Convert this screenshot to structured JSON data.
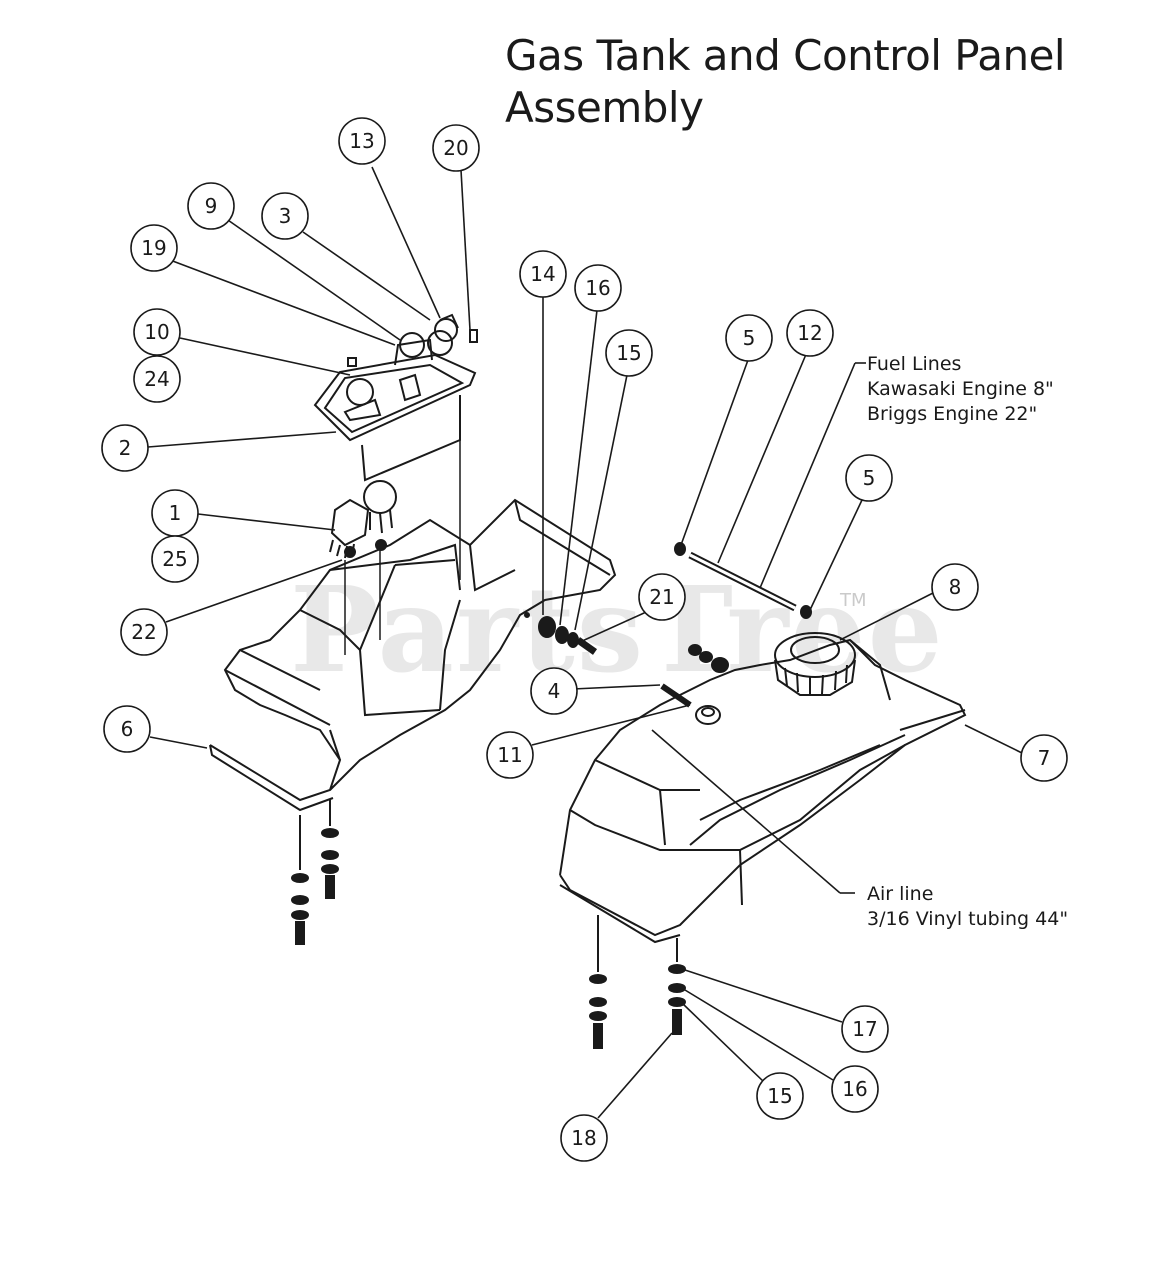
{
  "title": {
    "line1": "Gas Tank and Control Panel",
    "line2": "Assembly"
  },
  "notes": {
    "fuel_lines": [
      "Fuel Lines",
      "Kawasaki Engine 8\"",
      "Briggs Engine 22\""
    ],
    "air_line": [
      "Air line",
      "3/16 Vinyl tubing 44\""
    ]
  },
  "watermark": {
    "text": "PartsTree",
    "tm": "TM"
  },
  "callouts": [
    "13",
    "20",
    "9",
    "3",
    "19",
    "10",
    "24",
    "2",
    "1",
    "25",
    "22",
    "6",
    "14",
    "16",
    "15",
    "21",
    "4",
    "11",
    "5",
    "12",
    "5",
    "8",
    "7",
    "17",
    "16",
    "15",
    "18"
  ],
  "colors": {
    "line": "#1a1a1a",
    "fill": "#ffffff",
    "watermark": "#969696"
  }
}
